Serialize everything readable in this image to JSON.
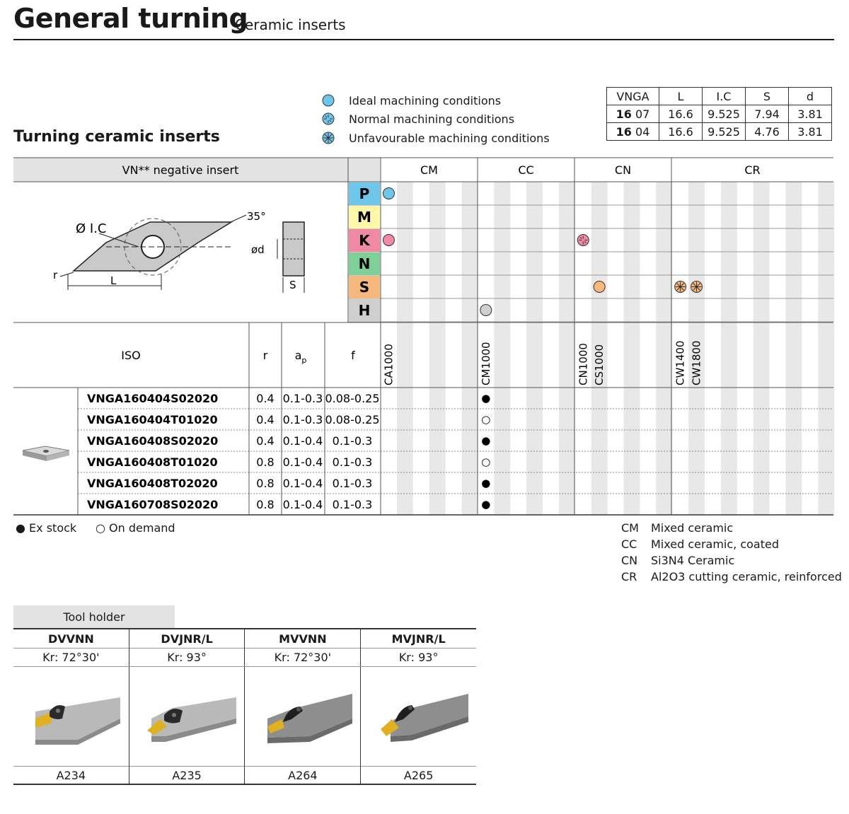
{
  "header": {
    "title": "General turning",
    "subtitle": "Ceramic inserts"
  },
  "section_title": "Turning ceramic inserts",
  "legend": [
    {
      "icon": "ideal-circle-icon",
      "label": "Ideal machining conditions"
    },
    {
      "icon": "normal-star-icon",
      "label": "Normal machining conditions"
    },
    {
      "icon": "unfavourable-star-icon",
      "label": "Unfavourable machining conditions"
    }
  ],
  "dims": {
    "headers": [
      "VNGA",
      "L",
      "I.C",
      "S",
      "d"
    ],
    "rows": [
      {
        "a": "16",
        "b": "07",
        "cells": [
          "16.6",
          "9.525",
          "7.94",
          "3.81"
        ]
      },
      {
        "a": "16",
        "b": "04",
        "cells": [
          "16.6",
          "9.525",
          "4.76",
          "3.81"
        ]
      }
    ]
  },
  "insert_header": "VN** negative insert",
  "drawing_labels": {
    "ic": "Ø I.C",
    "angle": "35°",
    "d": "ød",
    "r": "r",
    "L": "L",
    "S": "S"
  },
  "groups": [
    "CM",
    "CC",
    "CN",
    "CR"
  ],
  "materials": [
    {
      "letter": "P",
      "color": "#6ec6ea"
    },
    {
      "letter": "M",
      "color": "#fff7a8"
    },
    {
      "letter": "K",
      "color": "#f08aa4"
    },
    {
      "letter": "N",
      "color": "#7fcf98"
    },
    {
      "letter": "S",
      "color": "#f7b87d"
    },
    {
      "letter": "H",
      "color": "#cfcfcf"
    }
  ],
  "application_marks": [
    {
      "material": "P",
      "grade": "CA1000",
      "condition": "ideal",
      "color": "#6ec6ea"
    },
    {
      "material": "K",
      "grade": "CA1000",
      "condition": "ideal",
      "color": "#f08aa4"
    },
    {
      "material": "K",
      "grade": "CN1000",
      "condition": "normal",
      "color": "#f08aa4"
    },
    {
      "material": "S",
      "grade": "CS1000",
      "condition": "ideal",
      "color": "#f7b87d"
    },
    {
      "material": "S",
      "grade": "CW1400",
      "condition": "unfavourable",
      "color": "#f7b87d"
    },
    {
      "material": "S",
      "grade": "CW1800",
      "condition": "unfavourable",
      "color": "#f7b87d"
    },
    {
      "material": "H",
      "grade": "CM1000",
      "condition": "ideal",
      "color": "#cfcfcf"
    }
  ],
  "grade_labels": [
    "CA1000",
    "CM1000",
    "CN1000",
    "CS1000",
    "CW1400",
    "CW1800"
  ],
  "columns": {
    "iso": "ISO",
    "r": "r",
    "ap": "a",
    "ap_sub": "p",
    "f": "f"
  },
  "products": [
    {
      "iso": "VNGA160404S02020",
      "r": "0.4",
      "ap": "0.1-0.3",
      "f": "0.08-0.25",
      "stock": "●"
    },
    {
      "iso": "VNGA160404T01020",
      "r": "0.4",
      "ap": "0.1-0.3",
      "f": "0.08-0.25",
      "stock": "○"
    },
    {
      "iso": "VNGA160408S02020",
      "r": "0.4",
      "ap": "0.1-0.4",
      "f": "0.1-0.3",
      "stock": "●"
    },
    {
      "iso": "VNGA160408T01020",
      "r": "0.8",
      "ap": "0.1-0.4",
      "f": "0.1-0.3",
      "stock": "○"
    },
    {
      "iso": "VNGA160408T02020",
      "r": "0.8",
      "ap": "0.1-0.4",
      "f": "0.1-0.3",
      "stock": "●"
    },
    {
      "iso": "VNGA160708S02020",
      "r": "0.8",
      "ap": "0.1-0.4",
      "f": "0.1-0.3",
      "stock": "●"
    }
  ],
  "stock_legend": {
    "ex_stock": "● Ex stock",
    "on_demand": "○ On demand"
  },
  "glossary": [
    {
      "code": "CM",
      "desc": "Mixed ceramic"
    },
    {
      "code": "CC",
      "desc": "Mixed ceramic, coated"
    },
    {
      "code": "CN",
      "desc": "Si3N4 Ceramic"
    },
    {
      "code": "CR",
      "desc": "Al2O3 cutting ceramic, reinforced"
    }
  ],
  "tool_holder": {
    "tab": "Tool holder",
    "items": [
      {
        "name": "DVVNN",
        "kr": "Kr: 72°30'",
        "ref": "A234"
      },
      {
        "name": "DVJNR/L",
        "kr": "Kr: 93°",
        "ref": "A235"
      },
      {
        "name": "MVVNN",
        "kr": "Kr: 72°30'",
        "ref": "A264"
      },
      {
        "name": "MVJNR/L",
        "kr": "Kr: 93°",
        "ref": "A265"
      }
    ]
  }
}
